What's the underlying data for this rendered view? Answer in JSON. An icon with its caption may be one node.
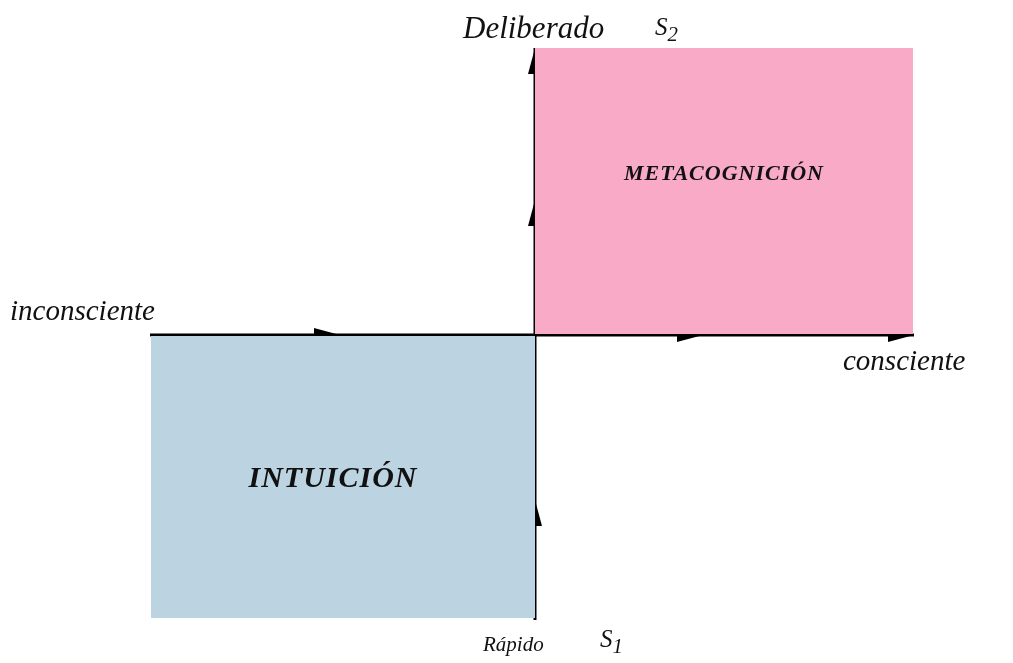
{
  "diagram": {
    "nodes": [
      {
        "text": [
          "METACOGNICIÓN"
        ]
      },
      {
        "text": [
          "INTUICIÓN"
        ]
      }
    ],
    "labels": [
      "Deliberado",
      "S$_{2}$",
      "inconsciente",
      "consciente",
      "Rápido",
      "S$_{1}$"
    ]
  }
}
